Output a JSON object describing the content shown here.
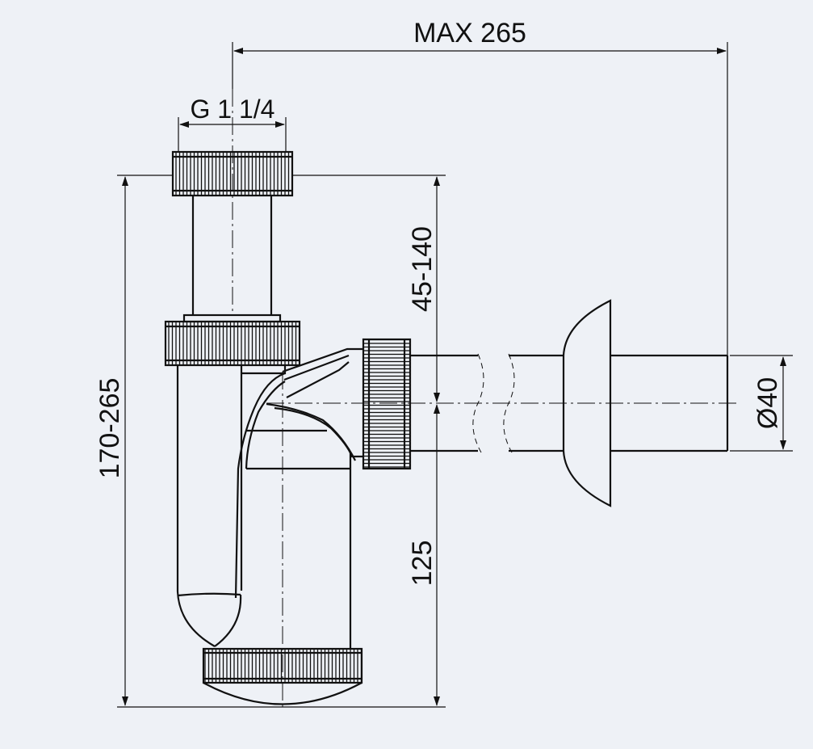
{
  "dimensions": {
    "max_length": "MAX 265",
    "thread": "G 1 1/4",
    "total_height": "170-265",
    "inlet_height": "45-140",
    "outlet_height": "125",
    "pipe_diameter": "Ø40"
  },
  "colors": {
    "background": "#eef1f6",
    "line": "#111111"
  }
}
